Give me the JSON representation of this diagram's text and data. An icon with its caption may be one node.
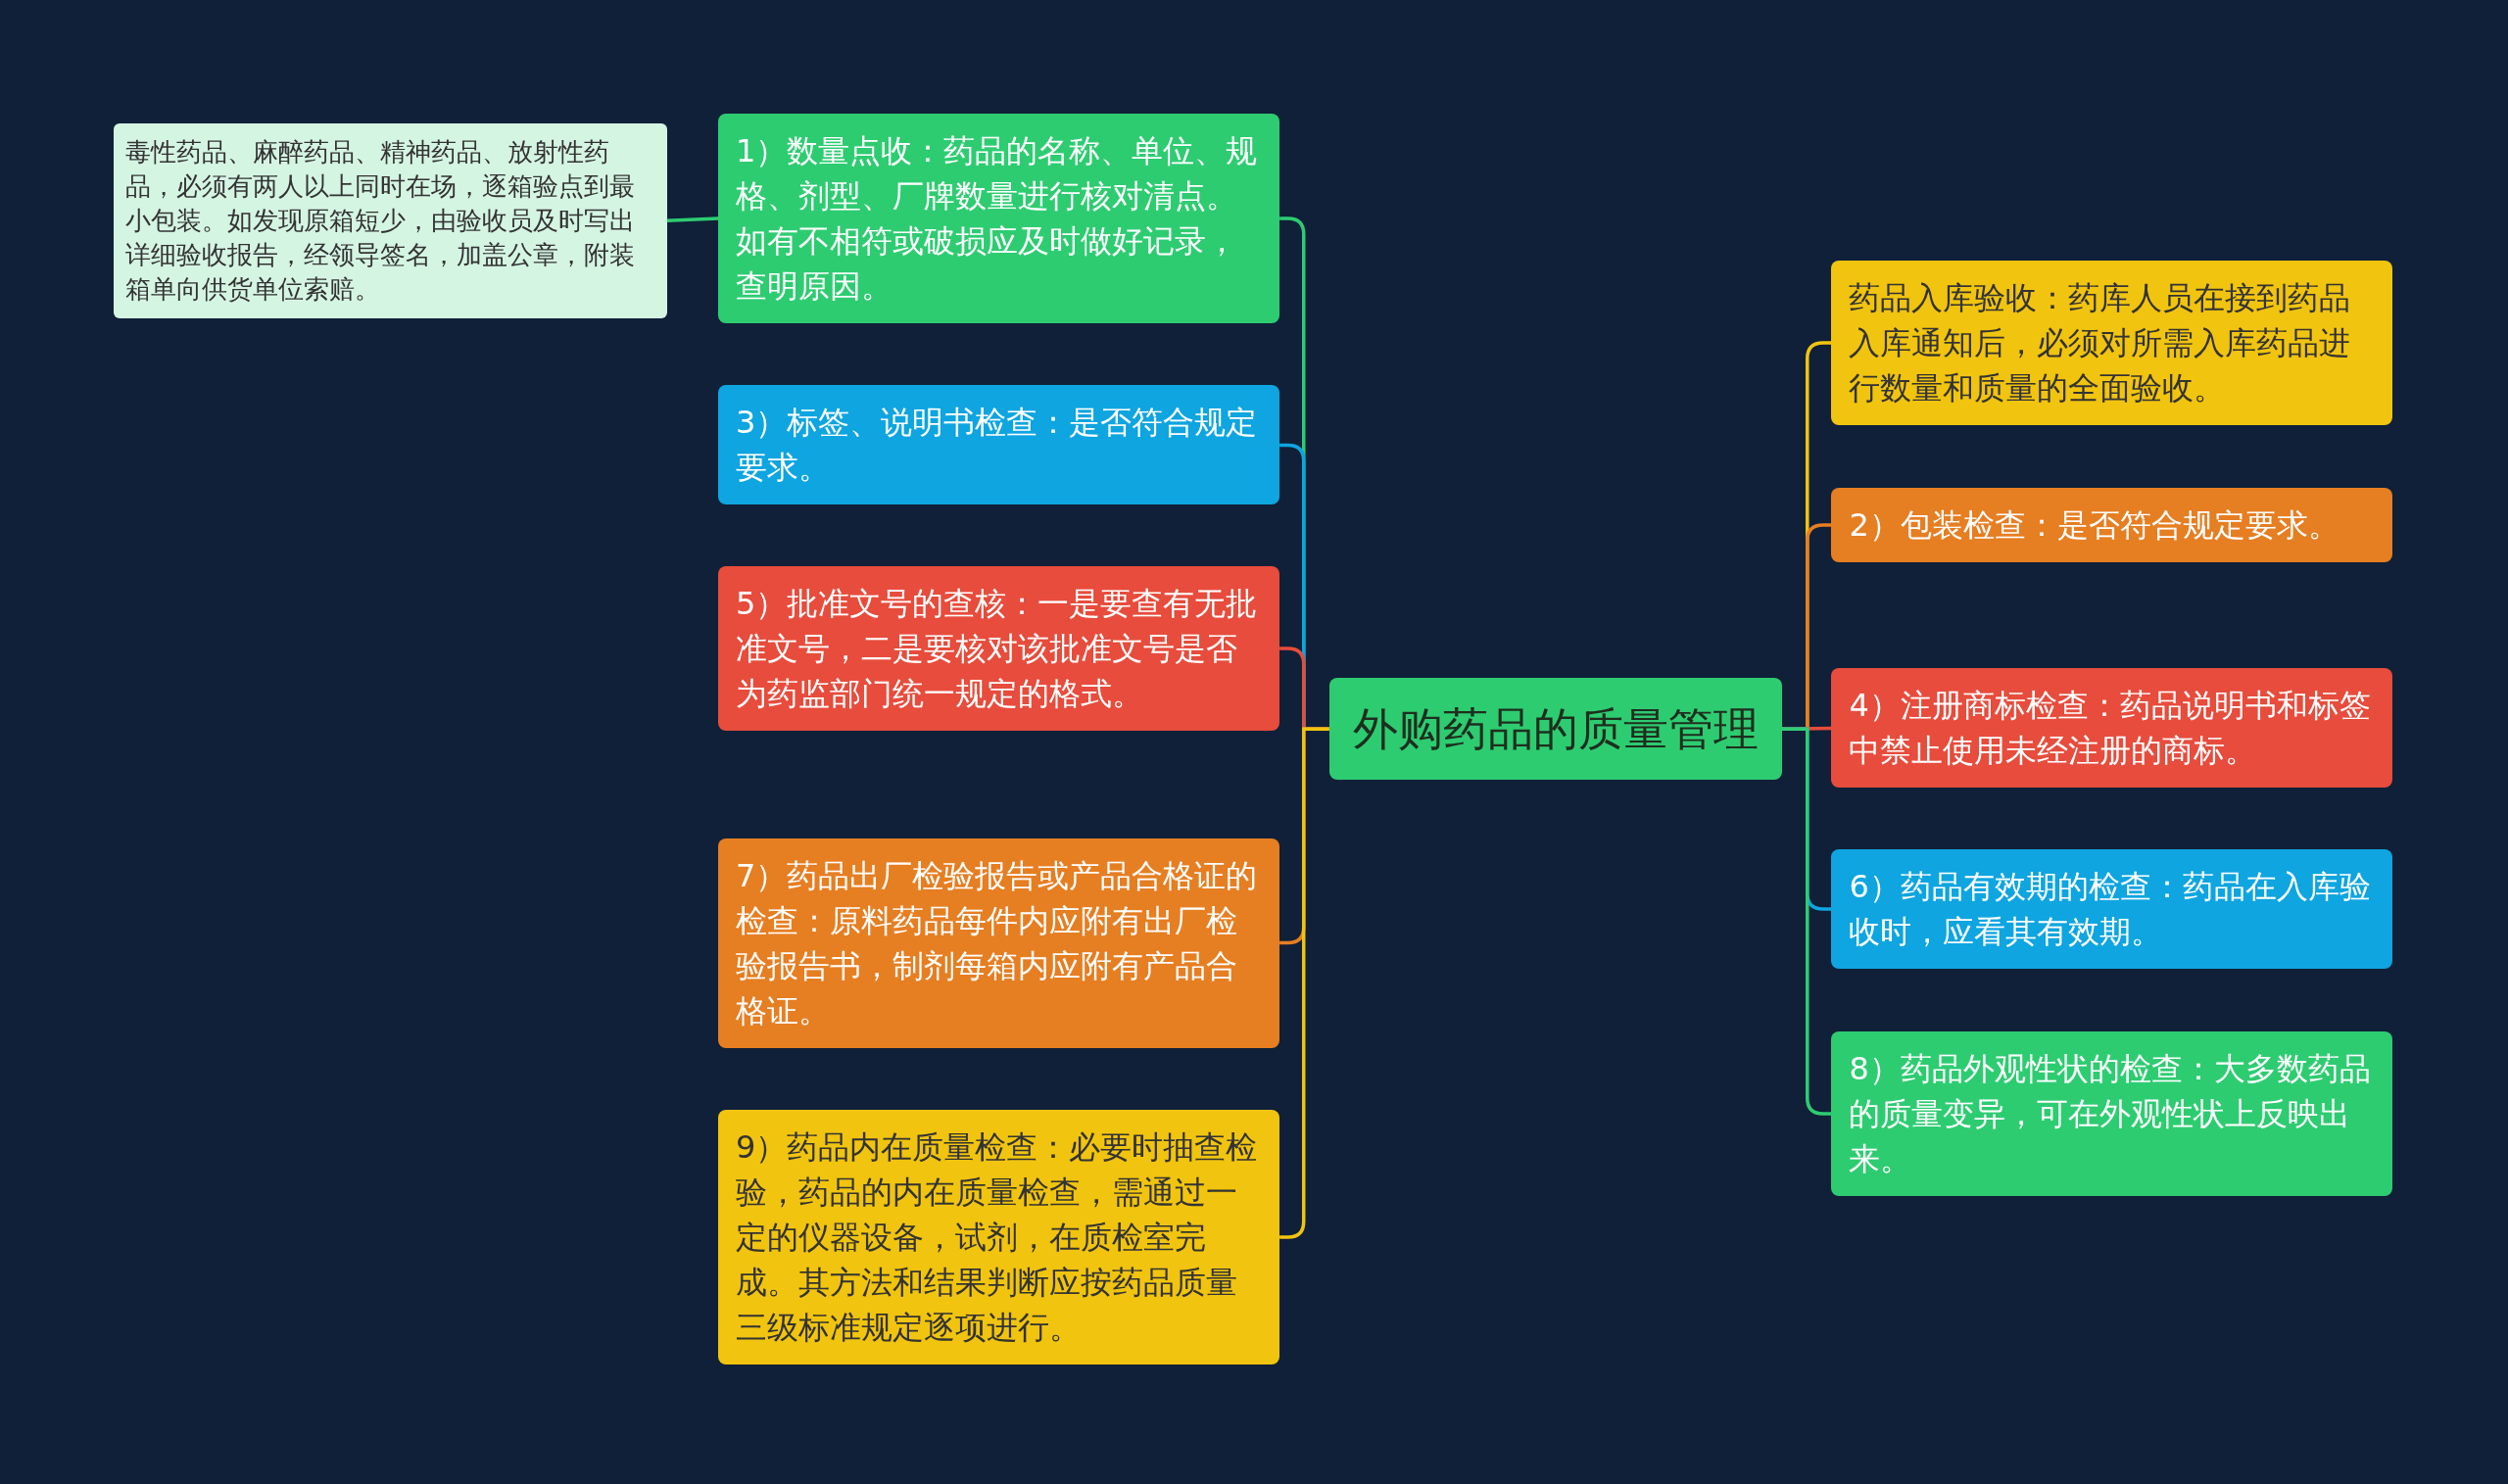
{
  "diagram": {
    "nodes": [
      {
        "text": [
          "外购药品的质量管理"
        ]
      },
      {
        "text": [
          "1）数量点收：药品的名称、单位、规格、剂型、厂牌数量进行核对清点。如有不相符或破损应及时做好记录，查明原因。"
        ]
      },
      {
        "text": [
          "毒性药品、麻醉药品、精神药品、放射性药品，必须有两人以上同时在场，逐箱验点到最小包装。如发现原箱短少，由验收员及时写出详细验收报告，经领导签名，加盖公章，附装箱单向供货单位索赔。"
        ]
      },
      {
        "text": [
          "3）标签、说明书检查：是否符合规定要求。"
        ]
      },
      {
        "text": [
          "5）批准文号的查核：一是要查有无批准文号，二是要核对该批准文号是否为药监部门统一规定的格式。"
        ]
      },
      {
        "text": [
          "7）药品出厂检验报告或产品合格证的检查：原料药品每件内应附有出厂检验报告书，制剂每箱内应附有产品合格证。"
        ]
      },
      {
        "text": [
          "9）药品内在质量检查：必要时抽查检验，药品的内在质量检查，需通过一定的仪器设备，试剂，在质检室完成。其方法和结果判断应按药品质量三级标准规定逐项进行。"
        ]
      },
      {
        "text": [
          "药品入库验收：药库人员在接到药品入库通知后，必须对所需入库药品进行数量和质量的全面验收。"
        ]
      },
      {
        "text": [
          "2）包装检查：是否符合规定要求。"
        ]
      },
      {
        "text": [
          "4）注册商标检查：药品说明书和标签中禁止使用未经注册的商标。"
        ]
      },
      {
        "text": [
          "6）药品有效期的检查：药品在入库验收时，应看其有效期。"
        ]
      },
      {
        "text": [
          "8）药品外观性状的检查：大多数药品的质量变异，可在外观性状上反映出来。"
        ]
      }
    ],
    "edges": [
      {
        "from": 0,
        "to": 1,
        "arrow": "none",
        "color": "#2ecc71"
      },
      {
        "from": 1,
        "to": 2,
        "arrow": "none",
        "color": "#2ecc71"
      },
      {
        "from": 0,
        "to": 3,
        "arrow": "none",
        "color": "#0ea5e0"
      },
      {
        "from": 0,
        "to": 4,
        "arrow": "none",
        "color": "#e74c3c"
      },
      {
        "from": 0,
        "to": 5,
        "arrow": "none",
        "color": "#e67e22"
      },
      {
        "from": 0,
        "to": 6,
        "arrow": "none",
        "color": "#f1c40f"
      },
      {
        "from": 0,
        "to": 7,
        "arrow": "none",
        "color": "#f1c40f"
      },
      {
        "from": 0,
        "to": 8,
        "arrow": "none",
        "color": "#e67e22"
      },
      {
        "from": 0,
        "to": 9,
        "arrow": "none",
        "color": "#e74c3c"
      },
      {
        "from": 0,
        "to": 10,
        "arrow": "none",
        "color": "#0ea5e0"
      },
      {
        "from": 0,
        "to": 11,
        "arrow": "none",
        "color": "#2ecc71"
      }
    ]
  }
}
